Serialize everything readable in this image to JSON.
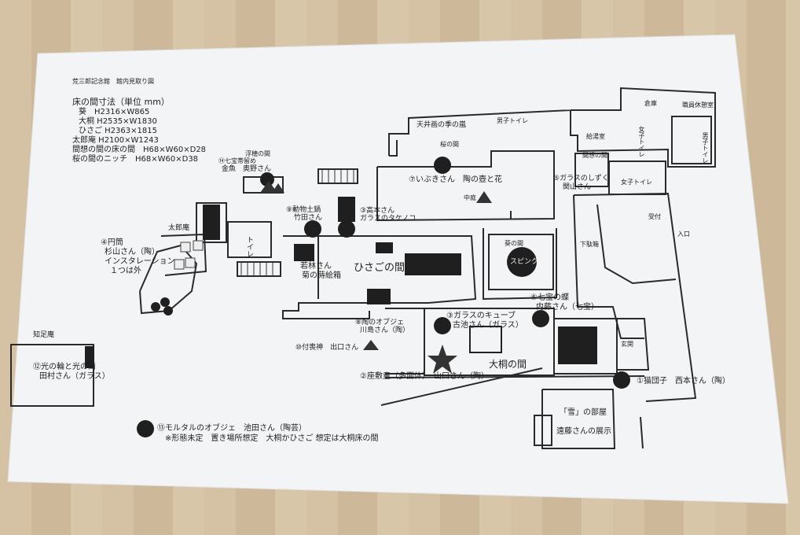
{
  "header": {
    "title": "荒三郎記念館　館内見取り図",
    "dims_title": "床の間寸法（単位 mm）",
    "dims": [
      "葵　H2316×W865",
      "大桐 H2535×W1830",
      "ひさご H2363×1815",
      "太郎庵 H2100×W1243",
      "間想の間の床の間　H68×W60×D28",
      "桜の間のニッチ　H68×W60×D38"
    ]
  },
  "rooms": {
    "tenjo": "天井画の季の嵐",
    "sakura": "桜の間",
    "mens_toilet_top": "男子トイレ",
    "storage": "倉庫",
    "staff_rest": "職員休憩室",
    "kyutoshitsu": "給湯室",
    "womens_toilet_v": "女子トイレ",
    "mens_toilet_v": "男子トイレ",
    "meiso": "間想の間",
    "womens_toilet": "女子トイレ",
    "ukitsuki": "浮穂の間",
    "chuniwa": "中庭",
    "taroan": "太郎庵",
    "toilet_left": "トイレ",
    "uketsuke": "受付",
    "iriguchi": "入口",
    "geta": "下駄箱",
    "hisago": "ひさごの間",
    "aoi": "葵の間",
    "ohgiri": "大桐の間",
    "genkan": "玄関",
    "chisokuan": "知足庵",
    "yuki_room": "「雪」の部屋",
    "endo": "遠藤さんの展示",
    "sphinx": "スピンクス"
  },
  "labels": {
    "l14": "⑭七宝帯留め",
    "l14b": "金魚　奥野さん",
    "l7": "⑦いぶきさん　陶の壺と花",
    "l5": "⑤ガラスのしずく",
    "l5b": "関山さん",
    "l9": "⑨動物土鍋",
    "l9b": "竹田さん",
    "l3": "③高本さん",
    "l3b": "ガラスのタケノコ",
    "l4": "④円筒",
    "l4b": "杉山さん（陶）",
    "l4c": "インスタレーション",
    "l4d": "１つは外",
    "wakabayashi": "若林さん",
    "wakabayashi_b": "菊の蒔絵箱",
    "l6": "⑥七宝の蝶",
    "l6b": "内藤さん（七宝）",
    "l8": "⑧陶のオブジェ",
    "l8b": "川島さん（陶）",
    "l10": "⑩付喪神　出口さん",
    "l3g": "③ガラスのキューブ",
    "l3gb": "古池さん（ガラス）",
    "l12": "⑫光の輪と光の筒",
    "l12b": "田村さん（ガラス）",
    "l2": "②座敷童（多面体）　山口さん（陶）",
    "l1": "①猫団子　西本さん（陶）",
    "l13": "⑬モルタルのオブジェ　池田さん（陶芸）",
    "note": "※形態未定　置き場所想定　大桐かひさご 想定は大桐床の間"
  }
}
